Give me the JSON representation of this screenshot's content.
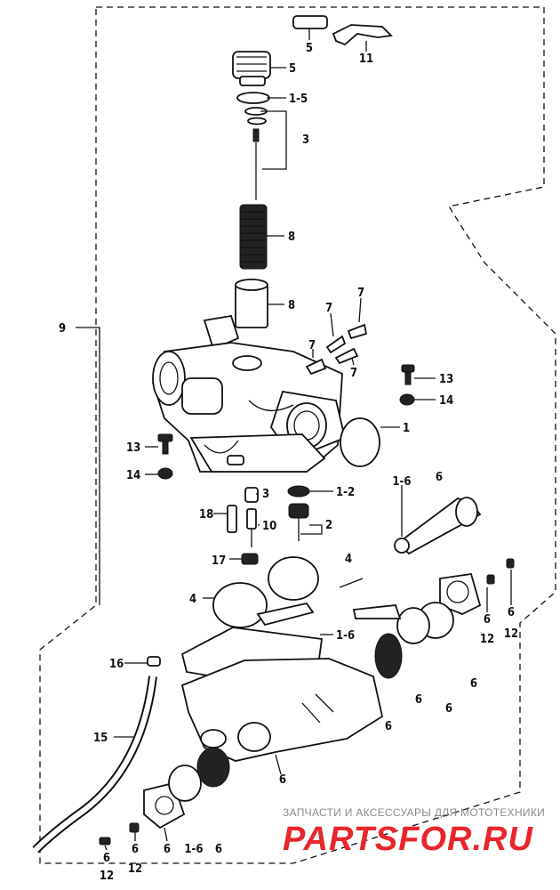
{
  "callouts": {
    "c5_top": "5",
    "c11": "11",
    "c5_cap": "5",
    "c1_5": "1-5",
    "c3_top": "3",
    "c8_spring": "8",
    "c8_valve": "8",
    "c9": "9",
    "c7_a": "7",
    "c7_b": "7",
    "c7_c": "7",
    "c7_d": "7",
    "c13_r": "13",
    "c14_r": "14",
    "c1_ring": "1",
    "c13_l": "13",
    "c14_l": "14",
    "c1_2": "1-2",
    "c3_mid": "3",
    "c18": "18",
    "c10": "10",
    "c2": "2",
    "c17": "17",
    "c1_6_top": "1-6",
    "c6_needle": "6",
    "c4_a": "4",
    "c4_b": "4",
    "c1_6": "1-6",
    "c16": "16",
    "c15": "15",
    "c6_body": "6",
    "c6_r1": "6",
    "c12_r1": "12",
    "c6_r2": "6",
    "c12_r2": "12",
    "c6_s1": "6",
    "c6_s2": "6",
    "c6_s3": "6",
    "c6_s4": "6",
    "c6_b1": "6",
    "c1_6_b": "1-6",
    "c6_b2": "6",
    "c6_b3": "6",
    "c12_b1": "12",
    "c6_b4": "6",
    "c12_b2": "12"
  },
  "watermark": {
    "line1": "ЗАПЧАСТИ И АКСЕССУАРЫ ДЛЯ МОТОТЕХНИКИ",
    "logo": "PARTSFOR.RU",
    "logo_color": "#e8262b"
  }
}
